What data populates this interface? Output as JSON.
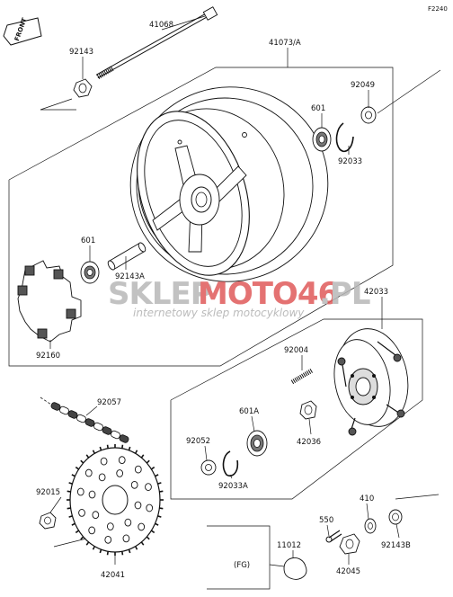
{
  "diagram_code": "F2240",
  "front_label": "FRONT",
  "watermark": {
    "text_gray": "SKLEP",
    "text_red": "MOTO46",
    "text_suffix": ".PL",
    "subtitle": "internetowy sklep motocyklowy",
    "red_color": "#e05a5a",
    "gray_color": "#b8b8b8"
  },
  "parts": {
    "p41068": "41068",
    "p92143": "92143",
    "p41073A": "41073/A",
    "p92049": "92049",
    "p601_top": "601",
    "p92033": "92033",
    "p601_left": "601",
    "p92143A": "92143A",
    "p92160": "92160",
    "p42033": "42033",
    "p92004": "92004",
    "p92057": "92057",
    "p601A": "601A",
    "p92052": "92052",
    "p92033A": "92033A",
    "p42036": "42036",
    "p92015": "92015",
    "p410": "410",
    "p550": "550",
    "p92143B": "92143B",
    "p11012": "11012",
    "pFG": "(FG)",
    "p42045": "42045",
    "p42041": "42041"
  }
}
